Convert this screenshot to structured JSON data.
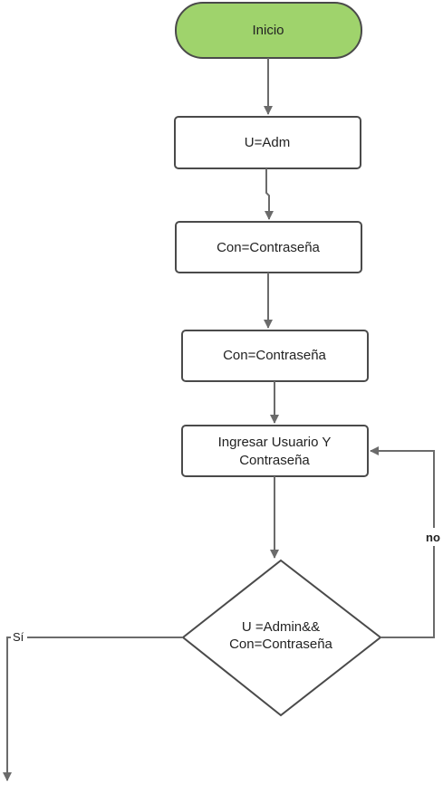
{
  "colors": {
    "start_fill": "#9fd36c",
    "node_stroke": "#4a4a4a",
    "arrow": "#6b6b6b",
    "background": "#ffffff"
  },
  "nodes": {
    "start": "Inicio",
    "step1": "U=Adm",
    "step2": "Con=Contraseña",
    "step3": "Con=Contraseña",
    "input_line1": "Ingresar Usuario Y",
    "input_line2": "Contraseña",
    "decision_line1": "U =Admin&&",
    "decision_line2": "Con=Contraseña"
  },
  "edges": {
    "no_label": "no",
    "yes_label": "Sí"
  }
}
